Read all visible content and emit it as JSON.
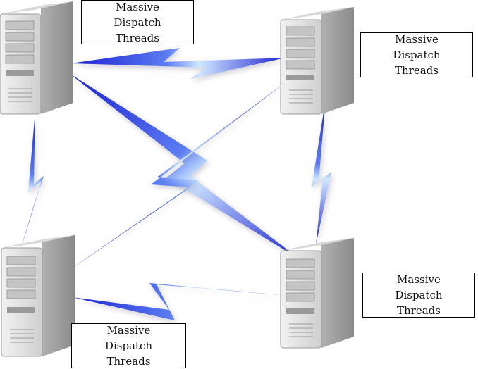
{
  "colors": {
    "bolt_dark": "#1a1fd0",
    "bolt_mid": "#4a63f0",
    "bolt_light": "#cfe8ff",
    "server_face": "#e3e3e3",
    "server_side": "#bdbdbd",
    "server_shadow": "#8f8f8f"
  },
  "servers": [
    {
      "name": "server-top-left"
    },
    {
      "name": "server-top-right"
    },
    {
      "name": "server-bottom-left"
    },
    {
      "name": "server-bottom-right"
    }
  ],
  "labels": [
    {
      "line1": "Massive",
      "line2": "Dispatch",
      "line3": "Threads"
    },
    {
      "line1": "Massive",
      "line2": "Dispatch",
      "line3": "Threads"
    },
    {
      "line1": "Massive",
      "line2": "Dispatch",
      "line3": "Threads"
    },
    {
      "line1": "Massive",
      "line2": "Dispatch",
      "line3": "Threads"
    }
  ]
}
